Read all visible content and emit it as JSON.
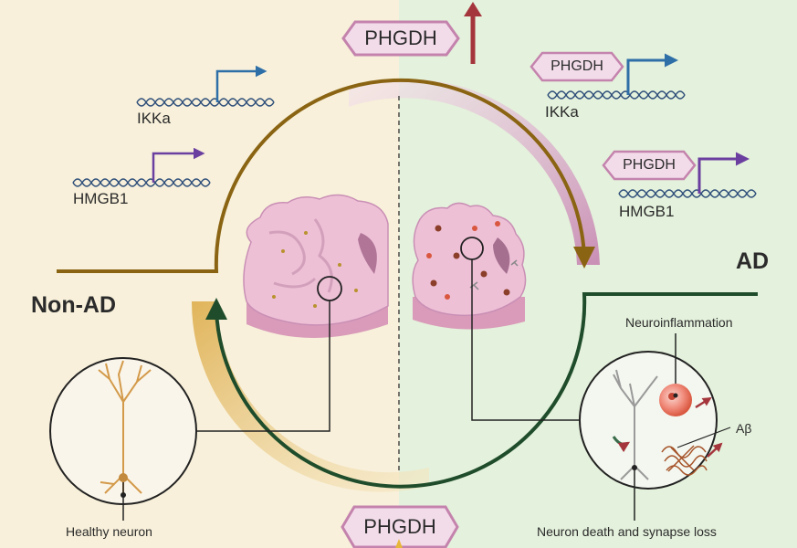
{
  "labels": {
    "non_ad": "Non-AD",
    "ad": "AD",
    "phgdh_top": "PHGDH",
    "phgdh_bottom": "PHGDH",
    "phgdh_ikka": "PHGDH",
    "phgdh_hmgb1": "PHGDH",
    "ikka_left": "IKKa",
    "hmgb1_left": "HMGB1",
    "ikka_right": "IKKa",
    "hmgb1_right": "HMGB1",
    "healthy_neuron": "Healthy neuron",
    "neuroinflammation": "Neuroinflammation",
    "abeta": "Aβ",
    "neuron_death": "Neuron death and synapse loss"
  },
  "colors": {
    "left_bg": "#f8f0da",
    "right_bg": "#e4f1dc",
    "brown_arrow": "#8a6412",
    "mauve_arrow": "#c98fb5",
    "gold_arrow": "#e0b45a",
    "green_arrow": "#1f4d2b",
    "blue_promoter": "#2f6fa8",
    "purple_promoter": "#6b3fa0",
    "up_arrow": "#a5353c",
    "hex_fill": "#f3dcea",
    "hex_border": "#c483ad",
    "brain_fill": "#eec0d6"
  }
}
